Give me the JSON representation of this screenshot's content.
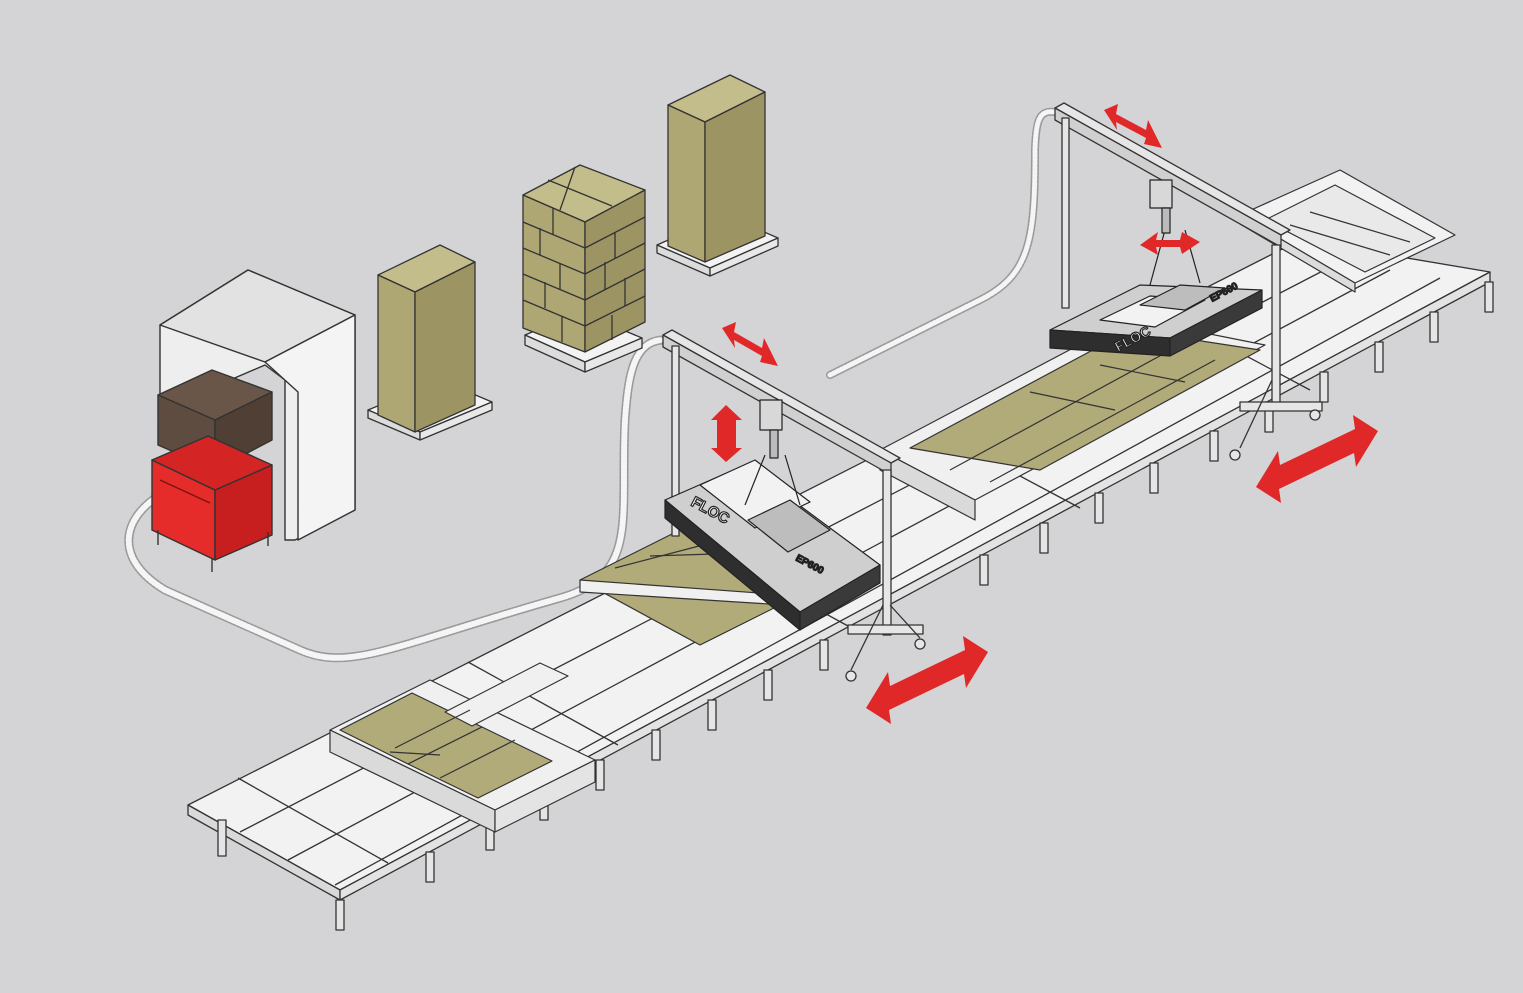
{
  "brand": {
    "name": "FLOC",
    "model": "EP600"
  },
  "colors": {
    "background": "#d4d4d6",
    "platform": "#f2f2f2",
    "insulation_panel": "#b1aa79",
    "frame": "#e6e6e6",
    "carton": "#aea773",
    "machine_body": "#3a3a3c",
    "red_base": "#e62b2b",
    "brown_hopper": "#5e4c40",
    "arrow": "#e02828"
  },
  "components": [
    {
      "name": "blowing-machine-icon"
    },
    {
      "name": "material-bale-icon"
    },
    {
      "name": "stacked-cartons-pallet-icon"
    },
    {
      "name": "material-bale-icon"
    },
    {
      "name": "gantry-crane-icon"
    },
    {
      "name": "vacuum-lifter-icon"
    },
    {
      "name": "transport-rail-icon"
    },
    {
      "name": "insulation-panel-icon"
    },
    {
      "name": "flex-hose-icon"
    }
  ],
  "motions": [
    {
      "name": "gantry-travel-arrow",
      "type": "double-arrow"
    },
    {
      "name": "trolley-travel-arrow",
      "type": "double-arrow"
    },
    {
      "name": "hoist-vertical-arrow",
      "type": "double-arrow"
    },
    {
      "name": "rotate-arrow",
      "type": "double-arrow"
    }
  ]
}
